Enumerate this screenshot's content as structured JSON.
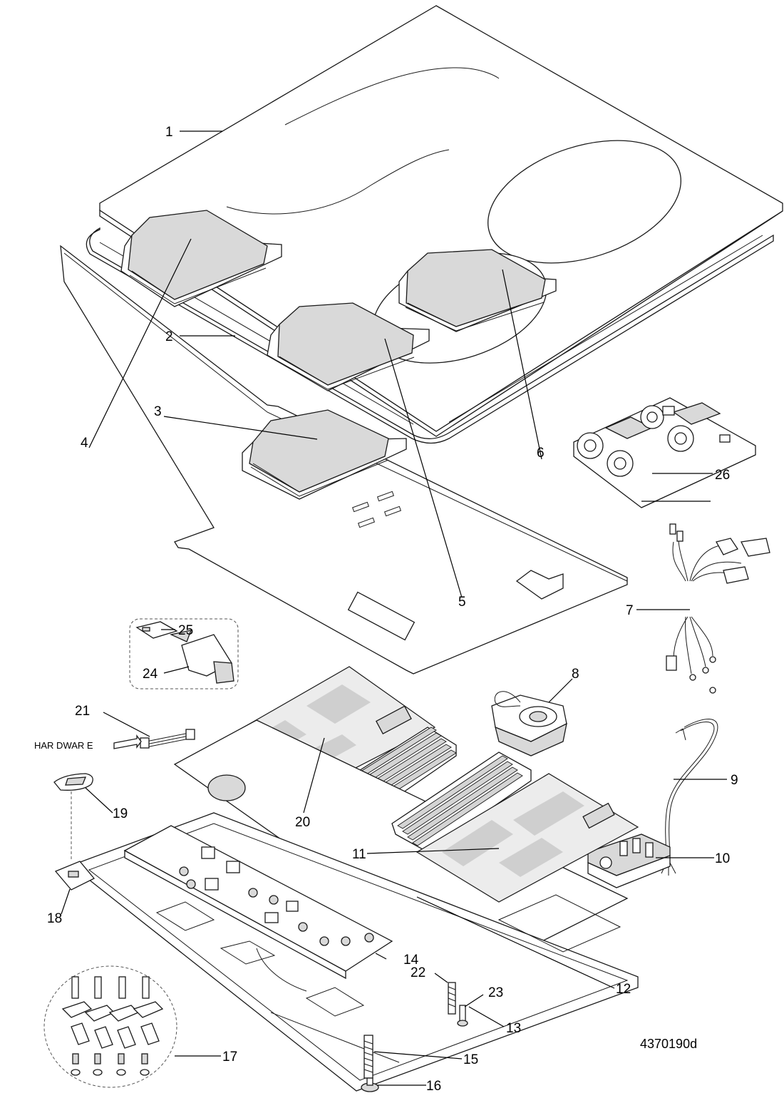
{
  "diagram": {
    "drawing_code": "4370190d",
    "hardware_label": "HAR DWAR E",
    "part_numbers": {
      "p1": "1",
      "p2": "2",
      "p3": "3",
      "p4": "4",
      "p5": "5",
      "p6": "6",
      "p7": "7",
      "p8": "8",
      "p9": "9",
      "p10": "10",
      "p11": "11",
      "p12": "12",
      "p13": "13",
      "p14": "14",
      "p15": "15",
      "p16": "16",
      "p17": "17",
      "p18": "18",
      "p19": "19",
      "p20": "20",
      "p21": "21",
      "p22": "22",
      "p23": "23",
      "p24": "24",
      "p25": "25",
      "p26": "26"
    },
    "colors": {
      "line": "#1a1a1a",
      "fill_gray": "#d9d9d9",
      "fill_pcb": "#ececec",
      "background": "#ffffff"
    }
  }
}
